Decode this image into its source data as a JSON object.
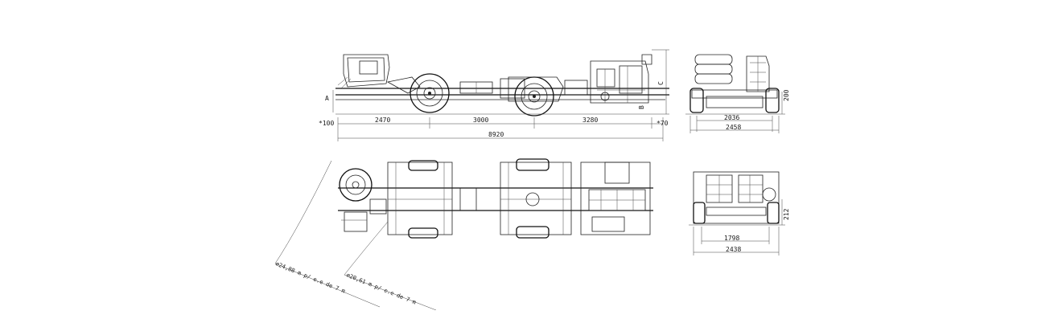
{
  "drawing": {
    "side_view": {
      "labels": {
        "front_overhang_height": "A",
        "rear_height": "B",
        "overall_height": "C"
      },
      "dims": {
        "front_overhang": "*100",
        "wheelbase_front": "2470",
        "wheelbase_mid": "3000",
        "rear_section": "3280",
        "rear_overhang": "*70",
        "overall_length": "8920"
      }
    },
    "rear_view_top": {
      "dims": {
        "ground_clearance": "200",
        "track_inner": "2036",
        "width_overall": "2458"
      }
    },
    "top_view": {
      "turn_notes": {
        "outer": "⌀24,88 m p/ e.e de 7 m",
        "inner": "⌀20,61 m p/ e.e de 7 m"
      }
    },
    "rear_view_bottom": {
      "dims": {
        "frame_height": "212",
        "track_inner": "1798",
        "width_overall": "2438"
      }
    }
  }
}
